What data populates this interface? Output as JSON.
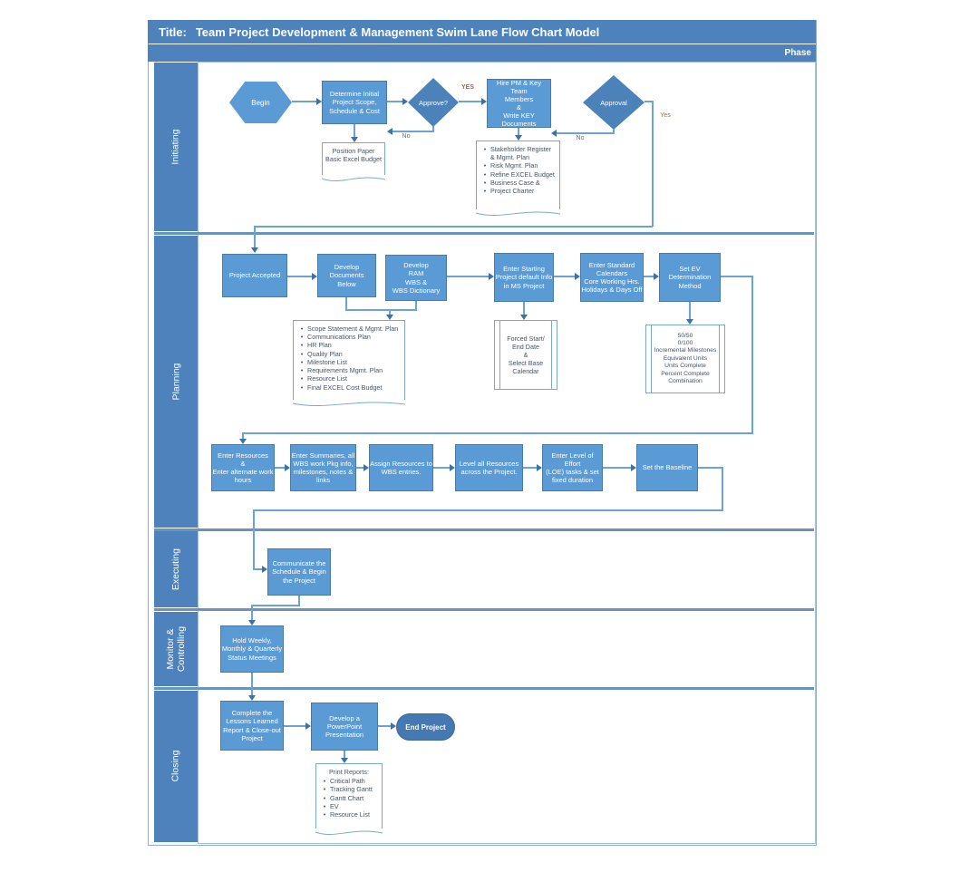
{
  "header": {
    "title_label": "Title:",
    "title": "Team Project Development & Management Swim Lane Flow Chart Model",
    "phase_label": "Phase"
  },
  "lanes": {
    "initiating": "Initiating",
    "planning": "Planning",
    "executing": "Executing",
    "monitoring": "Monitor &\nControlling",
    "closing": "Closing"
  },
  "initiating": {
    "begin": "Begin",
    "determine": "Determine Initial\nProject Scope,\nSchedule & Cost",
    "approve": "Approve?",
    "hire": "Hire PM & Key Team\nMembers\n&\nWrite KEY\nDocuments",
    "approval": "Approval",
    "doc_position": "Position Paper\nBasic Excel Budget",
    "doc_key": {
      "items": [
        "Stakeholder Register & Mgmt. Plan",
        "Risk Mgmt. Plan",
        "Refine EXCEL Budget",
        "Business Case &",
        "Project Charter"
      ]
    }
  },
  "planning": {
    "project_accepted": "Project Accepted",
    "develop_docs": "Develop Documents\nBelow",
    "develop_ram": "Develop\nRAM\nWBS &\nWBS Dictionary",
    "enter_starting": "Enter Starting\nProject default Info\nin MS Project",
    "enter_standard": "Enter Standard\nCalendars\nCore Working Hrs.\nHolidays & Days Off",
    "set_ev": "Set EV\nDetermination\nMethod",
    "doc_scope": {
      "items": [
        "Scope Statement & Mgmt. Plan",
        "Communications Plan",
        "HR Plan",
        "Quality Plan",
        "Milestone List",
        "Requirements Mgmt. Plan",
        "Resource List",
        "Final EXCEL Cost Budget"
      ]
    },
    "forced": "Forced Start/\nEnd Date\n&\nSelect Base\nCalendar",
    "fifty": "50/50\n0/100\nIncremental Milestones\nEquivalent Units\nUnits Complete\nPercent Complete\nCombination",
    "enter_resources": "Enter Resources\n&\nEnter alternate work\nhours",
    "enter_summaries": "Enter Summaries, all\nWBS work Pkg info,\nmilestones, notes &\nlinks",
    "assign": "Assign Resources to\nWBS entries.",
    "level": "Level all Resources\nacross the Project.",
    "loe": "Enter Level of Effort\n(LOE) tasks & set\nfixed duration",
    "baseline": "Set the Baseline"
  },
  "executing": {
    "communicate": "Communicate the\nSchedule & Begin\nthe Project"
  },
  "monitoring": {
    "hold": "Hold Weekly,\nMonthly & Quarterly\nStatus Meetings"
  },
  "closing": {
    "complete": "Complete the\nLessons Learned\nReport & Close-out\nProject",
    "powerpoint": "Develop a PowerPoint\nPresentation",
    "end": "End Project",
    "doc_print": {
      "heading": "Print Reports:",
      "items": [
        "Critical Path",
        "Tracking Gantt",
        "Gantt Chart",
        "EV",
        "Resource List"
      ]
    }
  },
  "labels": {
    "yes_upper": "YES",
    "no_approve": "No",
    "no_approval": "No",
    "yes_approval": "Yes"
  },
  "colors": {
    "lane_bar": "#4d82bc",
    "process_fill": "#5b9bd5",
    "process_border": "#4a7ba6",
    "decision_fill": "#4b82ba",
    "terminator_fill": "#4679b1",
    "connector": "#6ba3d6",
    "arrow": "#3c72a8",
    "doc_border": "#7da7cf",
    "doc_text": "#44546a"
  }
}
